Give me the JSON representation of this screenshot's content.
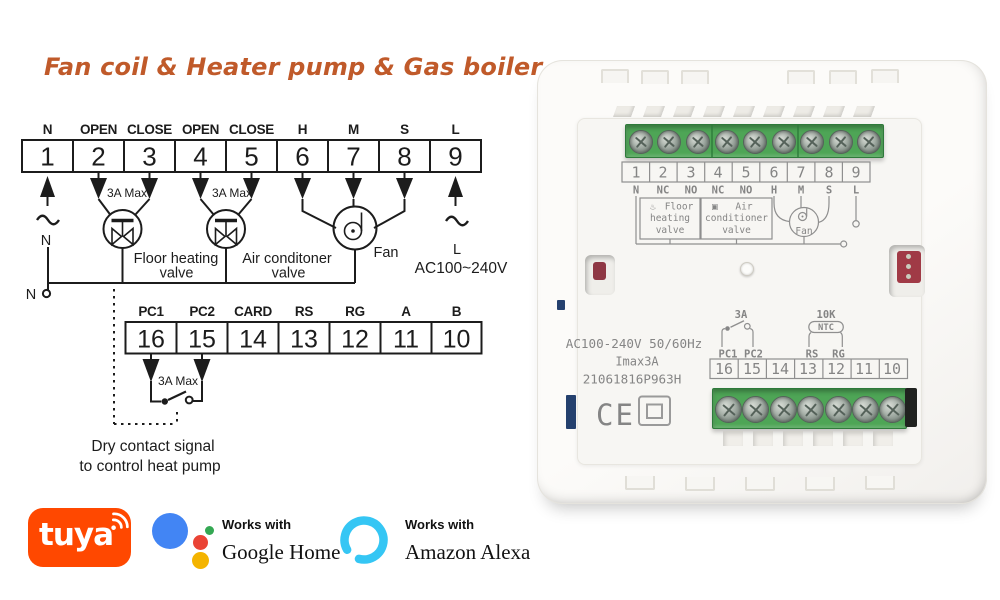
{
  "title": "Fan coil & Heater pump & Gas boiler",
  "colors": {
    "title_orange": "#c05a2a",
    "tuya_orange": "#ff4800",
    "google_blue": "#4285f4",
    "google_red": "#ea4335",
    "google_yellow": "#f4b400",
    "google_green": "#34a853",
    "alexa_cyan": "#35c6f4",
    "terminal_green": "#4ea556",
    "clip_red": "#9e3a46",
    "print_gray": "#858585"
  },
  "diagram": {
    "top_row": {
      "labels": [
        "N",
        "OPEN",
        "CLOSE",
        "OPEN",
        "CLOSE",
        "H",
        "M",
        "S",
        "L"
      ],
      "numbers": [
        "1",
        "2",
        "3",
        "4",
        "5",
        "6",
        "7",
        "8",
        "9"
      ]
    },
    "fuse_left": "3A Max",
    "fuse_right": "3A Max",
    "floor_valve_line1": "Floor heating",
    "floor_valve_line2": "valve",
    "ac_valve_line1": "Air conditoner",
    "ac_valve_line2": "valve",
    "fan_label": "Fan",
    "n_top": "N",
    "n_bottom": "N",
    "l_label": "L",
    "voltage": "AC100~240V",
    "bottom_row": {
      "labels": [
        "PC1",
        "PC2",
        "CARD",
        "RS",
        "RG",
        "A",
        "B"
      ],
      "numbers": [
        "16",
        "15",
        "14",
        "13",
        "12",
        "11",
        "10"
      ]
    },
    "dry_fuse": "3A Max",
    "dry_line1": "Dry contact signal",
    "dry_line2": "to control heat pump"
  },
  "device": {
    "top_numbers": [
      "1",
      "2",
      "3",
      "4",
      "5",
      "6",
      "7",
      "8",
      "9"
    ],
    "top_labels": [
      "N",
      "NC",
      "NO",
      "NC",
      "NO",
      "H",
      "M",
      "S",
      "L"
    ],
    "floor_icon": "♨",
    "floor_line1": "Floor",
    "floor_line2": "heating",
    "floor_line3": "valve",
    "ac_icon": "▣",
    "ac_line1": "Air",
    "ac_line2": "conditioner",
    "ac_line3": "valve",
    "fan_label": "Fan",
    "switch_amp": "3A",
    "pc1": "PC1",
    "pc2": "PC2",
    "ntc_value": "10K",
    "ntc": "NTC",
    "rs": "RS",
    "rg": "RG",
    "bottom_numbers": [
      "16",
      "15",
      "14",
      "13",
      "12",
      "11",
      "10"
    ],
    "spec_power": "AC100-240V 50/60Hz",
    "spec_imax": "Imax3A",
    "spec_code": "21061816P963H",
    "ce_mark": "CE"
  },
  "badges": {
    "tuya_text": "tuya",
    "google_works_with": "Works with",
    "google_name": "Google Home",
    "alexa_works_with": "Works with",
    "alexa_name": "Amazon Alexa"
  }
}
